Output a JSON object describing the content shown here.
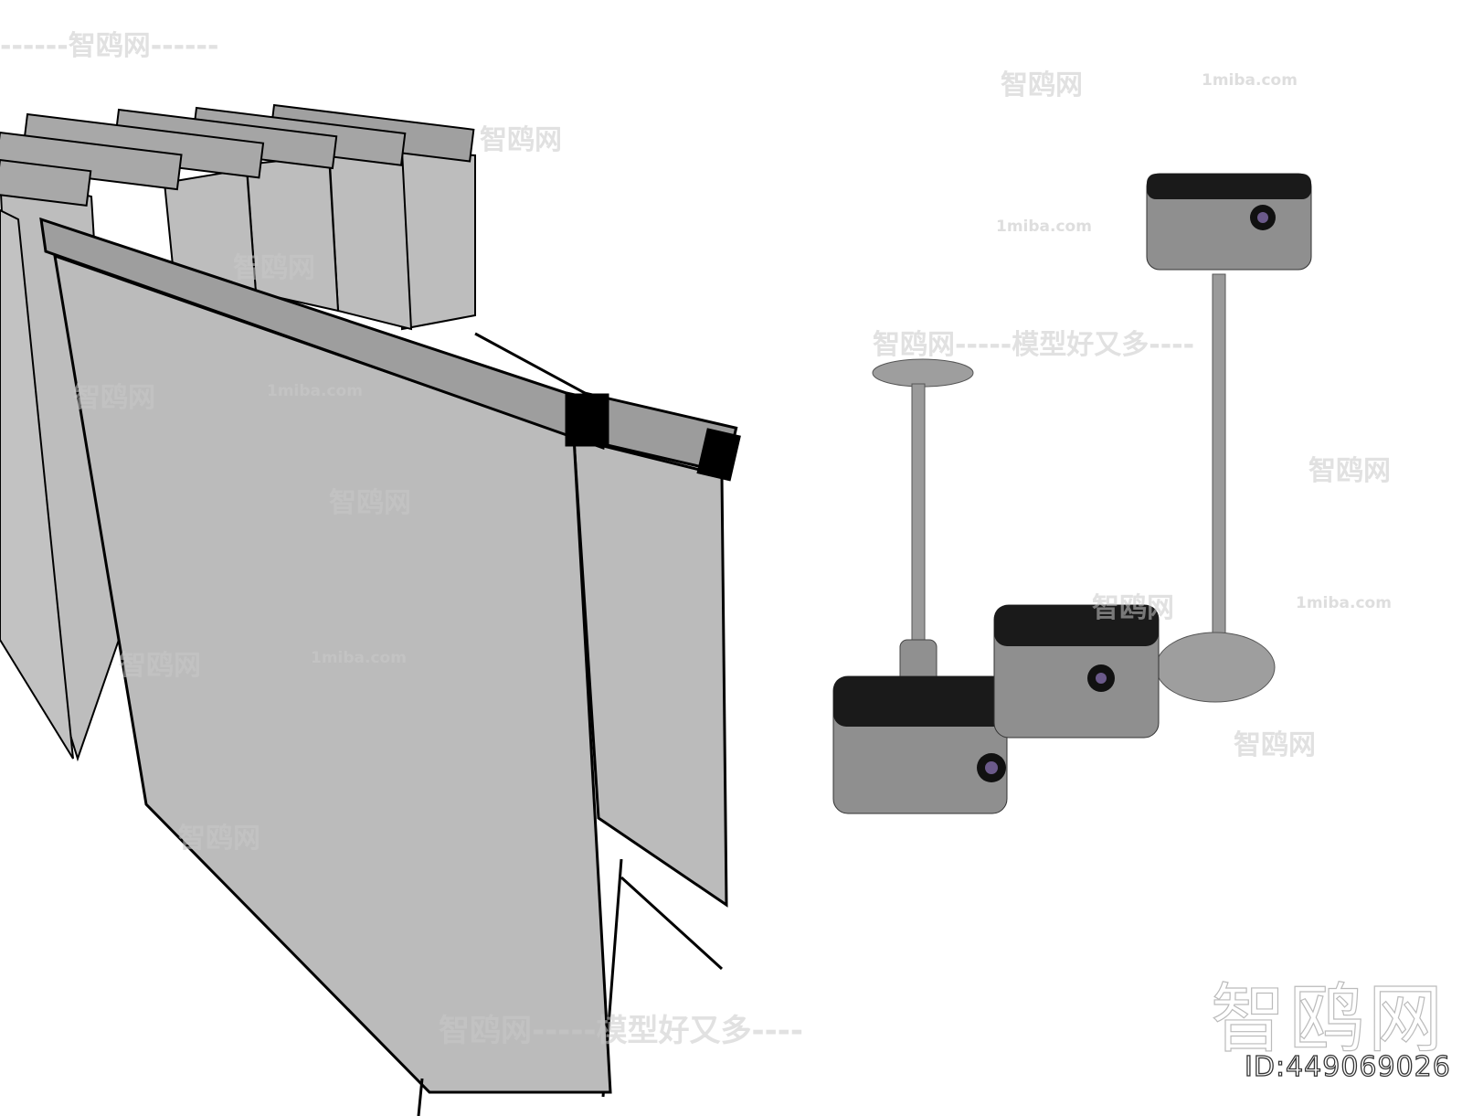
{
  "watermarks": {
    "brand": "智鸥网",
    "slogan": "智鸥网-----模型好又多----",
    "site": "1miba.com",
    "dash_brand": "------智鸥网------"
  },
  "logo": {
    "text": "智鸥网"
  },
  "model_id": "ID:449069026",
  "colors": {
    "screen": "#b8b8b8",
    "frame": "#9a9a9a",
    "cap": "#000000",
    "projector_body": "#8f8f8f",
    "projector_top": "#1a1a1a"
  }
}
